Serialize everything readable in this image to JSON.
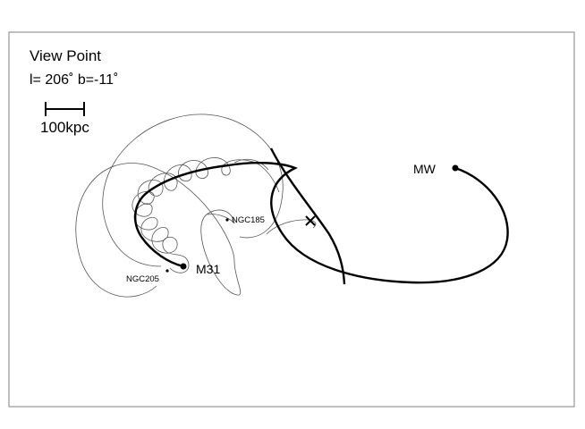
{
  "view": {
    "title": "View Point",
    "coords": "l= 206˚  b=-11˚"
  },
  "scalebar": {
    "label": "100kpc"
  },
  "labels": {
    "mw": "MW",
    "m31": "M31",
    "ngc185": "NGC185",
    "ngc205": "NGC205"
  },
  "colors": {
    "ink": "#000000",
    "frame": "#808080"
  }
}
